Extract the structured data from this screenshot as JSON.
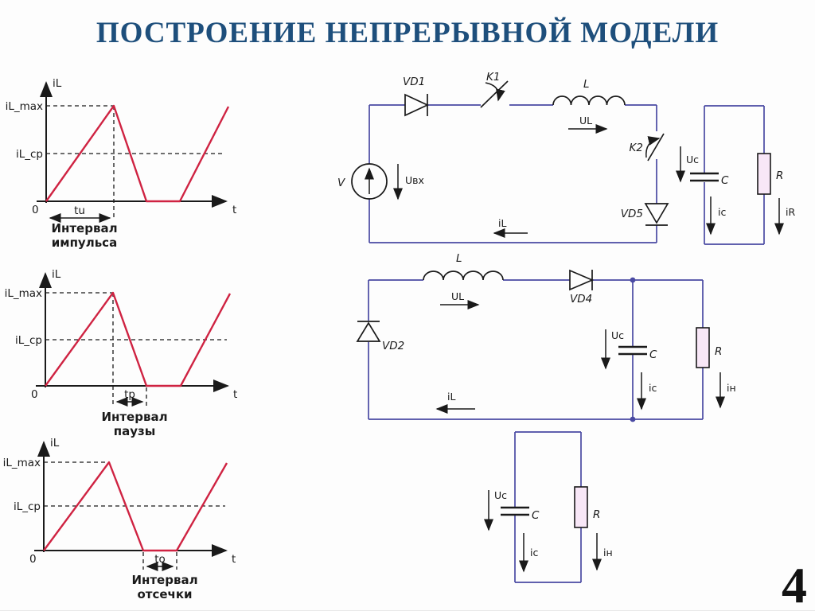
{
  "slide": {
    "title": "ПОСТРОЕНИЕ НЕПРЕРЫВНОЙ МОДЕЛИ",
    "page_number": "4"
  },
  "theme": {
    "title_color": "#1e4f7c",
    "waveform_red": "#cf2342",
    "wire_blue": "#4a4aa3",
    "resistor_fill": "#f8e7f7",
    "background": "#fdfdfd"
  },
  "graphs": [
    {
      "y_axis_label": "iL",
      "x_axis_label": "t",
      "origin_label": "0",
      "max_level_label": "iL_max",
      "avg_level_label": "iL_cp",
      "interval_label": "tu",
      "caption_line1": "Интервал",
      "caption_line2": "импульса",
      "waveform_norm_points": [
        [
          0,
          0
        ],
        [
          0.37,
          1
        ],
        [
          0.55,
          0
        ],
        [
          0.73,
          0
        ],
        [
          1,
          0.99
        ]
      ]
    },
    {
      "y_axis_label": "iL",
      "x_axis_label": "t",
      "origin_label": "0",
      "max_level_label": "iL_max",
      "avg_level_label": "iL_cp",
      "interval_label": "tp",
      "caption_line1": "Интервал",
      "caption_line2": "паузы",
      "waveform_norm_points": [
        [
          0,
          0
        ],
        [
          0.37,
          1
        ],
        [
          0.55,
          0
        ],
        [
          0.73,
          0
        ],
        [
          1,
          0.99
        ]
      ]
    },
    {
      "y_axis_label": "iL",
      "x_axis_label": "t",
      "origin_label": "0",
      "max_level_label": "iL_max",
      "avg_level_label": "iL_cp",
      "interval_label": "to",
      "caption_line1": "Интервал",
      "caption_line2": "отсечки",
      "waveform_norm_points": [
        [
          0,
          0
        ],
        [
          0.36,
          1
        ],
        [
          0.55,
          0
        ],
        [
          0.73,
          0
        ],
        [
          1,
          0.99
        ]
      ]
    }
  ],
  "circuit_top": {
    "source_label": "V",
    "input_voltage_label": "Uвх",
    "diode1_label": "VD1",
    "switch1_label": "K1",
    "inductor_label": "L",
    "inductor_voltage_label": "UL",
    "switch2_label": "K2",
    "diode5_label": "VD5",
    "inductor_current_label": "iL",
    "cap_voltage_label": "Uc",
    "cap_label": "C",
    "cap_current_label": "ic",
    "resistor_label": "R",
    "resistor_current_label": "iR"
  },
  "circuit_middle": {
    "diode2_label": "VD2",
    "inductor_label": "L",
    "inductor_voltage_label": "UL",
    "diode4_label": "VD4",
    "cap_voltage_label": "Uc",
    "cap_label": "C",
    "cap_current_label": "ic",
    "resistor_label": "R",
    "load_current_label": "iн",
    "inductor_current_label": "iL"
  },
  "circuit_bottom": {
    "cap_voltage_label": "Uc",
    "cap_label": "C",
    "cap_current_label": "ic",
    "resistor_label": "R",
    "load_current_label": "iн"
  }
}
